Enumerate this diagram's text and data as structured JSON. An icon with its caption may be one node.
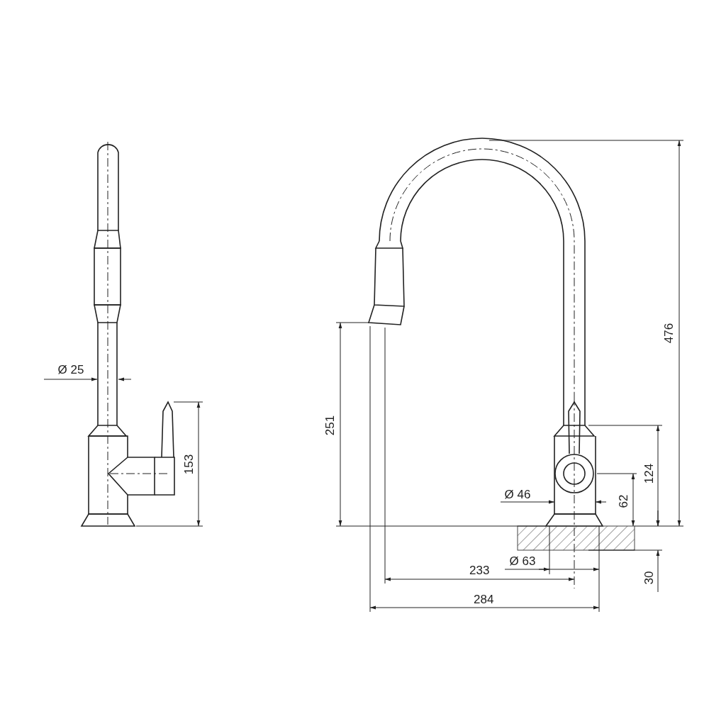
{
  "diagram": {
    "labels": [
      "Ø 25",
      "153",
      "251",
      "476",
      "124",
      "62",
      "Ø 46",
      "233",
      "Ø 63",
      "30",
      "284"
    ]
  }
}
